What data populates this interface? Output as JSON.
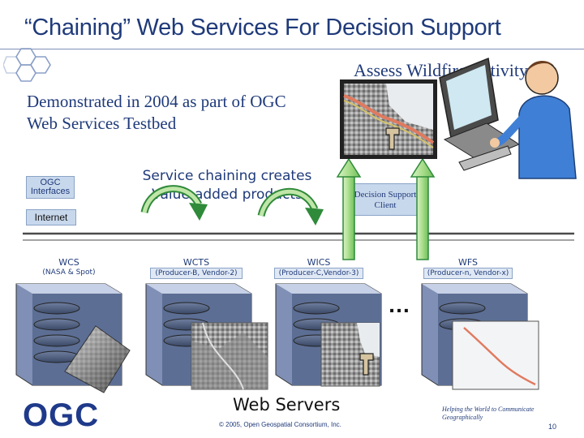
{
  "slide": {
    "title": "“Chaining” Web Services For Decision Support",
    "subtitle": "Assess Wildfire Activity",
    "demo_text": "Demonstrated in 2004 as part of OGC Web Services Testbed",
    "ogc_interfaces": "OGC Interfaces",
    "internet": "Internet",
    "chaining_text": "Service chaining creates Value-added products",
    "decision_support": "Decision Support Client",
    "ellipsis": "…",
    "web_servers": "Web Servers",
    "copyright": "© 2005, Open Geospatial Consortium, Inc.",
    "tagline": "Helping the World to Communicate Geographically",
    "page_number": "10",
    "logo": "OGC"
  },
  "servers": [
    {
      "name": "WCS",
      "sub": "(NASA & Spot)"
    },
    {
      "name": "WCTS",
      "sub": "(Producer-B, Vendor-2)"
    },
    {
      "name": "WICS",
      "sub": "(Producer-C,Vendor-3)"
    },
    {
      "name": "WFS",
      "sub": "(Producer-n, Vendor-x)"
    }
  ],
  "colors": {
    "title": "#1f3a7a",
    "arrow_green": "#2f8a3a",
    "arrow_light": "#bfe6a8",
    "server_top": "#7f8fb5",
    "bus": "#4a4a4a"
  }
}
